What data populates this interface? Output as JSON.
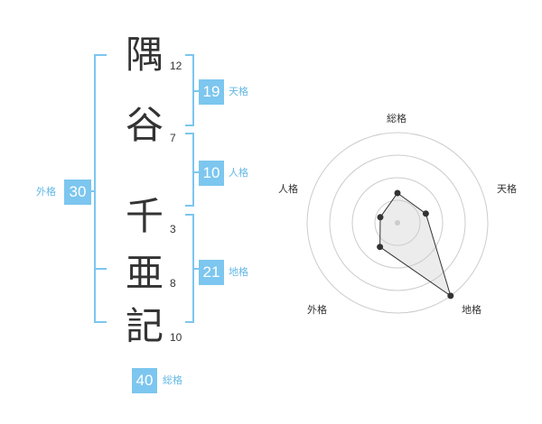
{
  "characters": [
    {
      "char": "隅",
      "strokes": "12"
    },
    {
      "char": "谷",
      "strokes": "7"
    },
    {
      "char": "千",
      "strokes": "3"
    },
    {
      "char": "亜",
      "strokes": "8"
    },
    {
      "char": "記",
      "strokes": "10"
    }
  ],
  "fortune": {
    "tenkaku": {
      "value": "19",
      "label": "天格"
    },
    "jinkaku": {
      "value": "10",
      "label": "人格"
    },
    "chikaku": {
      "value": "21",
      "label": "地格"
    },
    "gaikaku": {
      "value": "30",
      "label": "外格"
    },
    "soukaku": {
      "value": "40",
      "label": "総格"
    }
  },
  "chart_data": {
    "type": "radar",
    "axes": [
      "総格",
      "天格",
      "地格",
      "外格",
      "人格"
    ],
    "values": [
      0.33,
      0.33,
      1.0,
      0.33,
      0.2
    ],
    "range": [
      0,
      1
    ],
    "rings": 4
  },
  "colors": {
    "bracket": "#7cc6ef",
    "box": "#7cc6ef",
    "label": "#63b8e6",
    "kanji": "#333333"
  }
}
